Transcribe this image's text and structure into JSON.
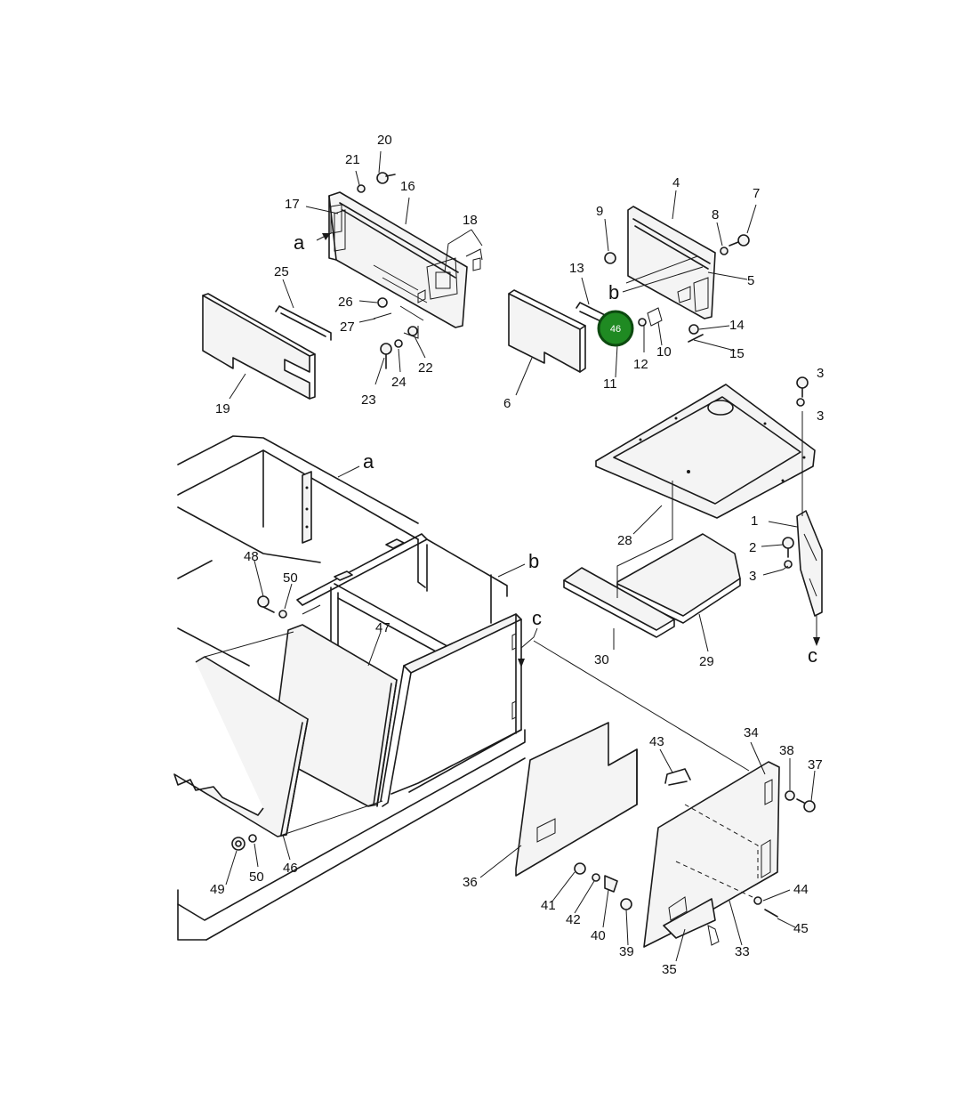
{
  "highlight": {
    "label": "46",
    "color": "#1f8a22",
    "ring_color": "#0d4a10"
  },
  "labels": {
    "l1": "1",
    "l2": "2",
    "l3": "3",
    "l3a": "3",
    "l3b": "3",
    "l4": "4",
    "l5": "5",
    "l6": "6",
    "l7": "7",
    "l8": "8",
    "l9": "9",
    "l10": "10",
    "l11": "11",
    "l12": "12",
    "l13": "13",
    "l14": "14",
    "l15": "15",
    "l16": "16",
    "l17": "17",
    "l18": "18",
    "l19": "19",
    "l20": "20",
    "l21": "21",
    "l22": "22",
    "l23": "23",
    "l24": "24",
    "l25": "25",
    "l26": "26",
    "l27": "27",
    "l28": "28",
    "l29": "29",
    "l30": "30",
    "l33": "33",
    "l34": "34",
    "l35": "35",
    "l36": "36",
    "l37": "37",
    "l38": "38",
    "l39": "39",
    "l40": "40",
    "l41": "41",
    "l42": "42",
    "l43": "43",
    "l44": "44",
    "l45": "45",
    "l46": "46",
    "l47": "47",
    "l48": "48",
    "l49": "49",
    "l50a": "50",
    "l50b": "50"
  },
  "refs": {
    "a1": "a",
    "a2": "a",
    "b1": "b",
    "b2": "b",
    "c1": "c",
    "c2": "c"
  }
}
